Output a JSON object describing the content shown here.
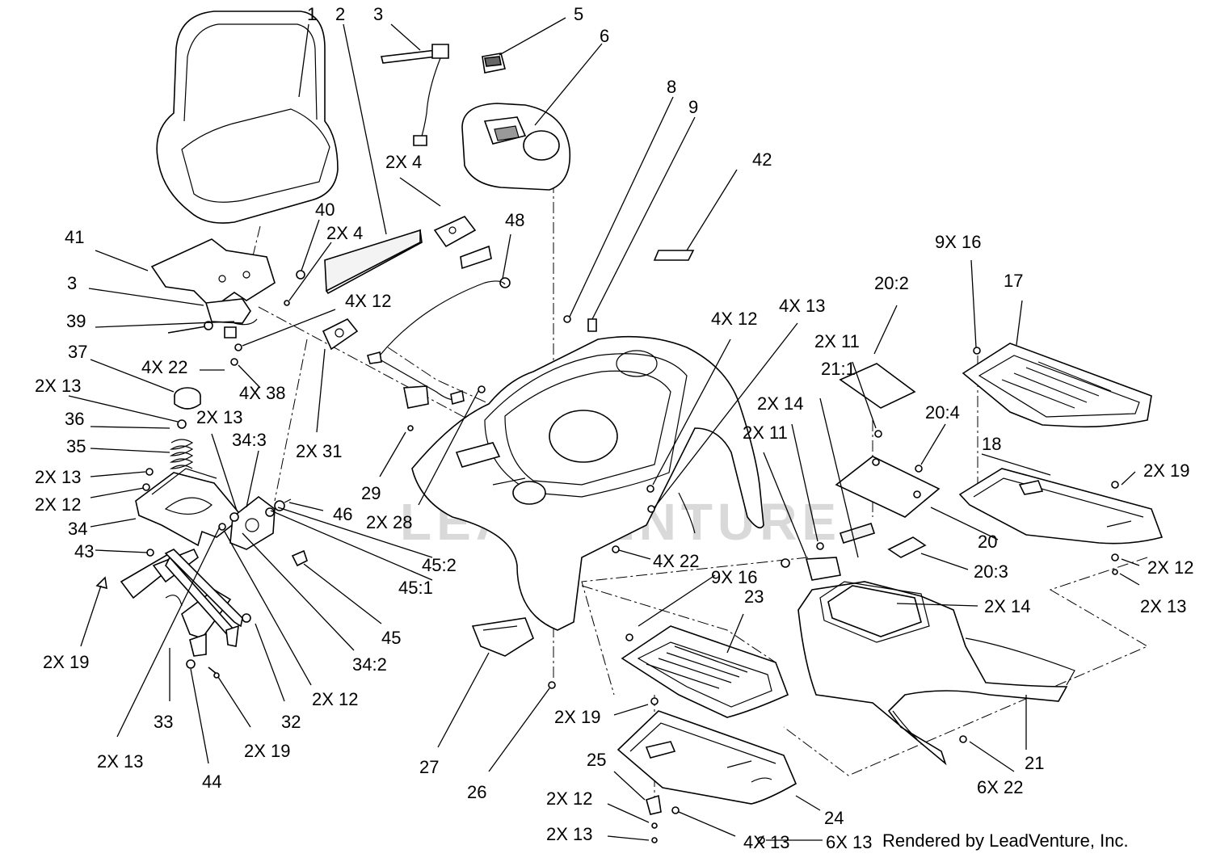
{
  "credit": "Rendered by LeadVenture, Inc.",
  "watermark": "LEADVENTURE",
  "callouts": [
    "1",
    "2",
    "3",
    "5",
    "6",
    "2X 4",
    "8",
    "9",
    "42",
    "48",
    "40",
    "2X 4",
    "41",
    "3",
    "4X 12",
    "39",
    "37",
    "4X 22",
    "4X 38",
    "2X 13",
    "36",
    "2X 13",
    "34:3",
    "35",
    "2X 31",
    "2X 13",
    "2X 12",
    "34",
    "43",
    "46",
    "29",
    "2X 28",
    "45:2",
    "45:1",
    "45",
    "2X 19",
    "34:2",
    "2X 12",
    "33",
    "32",
    "44",
    "2X 19",
    "2X 13",
    "27",
    "26",
    "4X 12",
    "4X 13",
    "20:2",
    "2X 11",
    "21:1",
    "2X 14",
    "2X 11",
    "9X 16",
    "17",
    "20:4",
    "18",
    "2X 19",
    "20",
    "20:3",
    "4X 22",
    "9X 16",
    "23",
    "2X 14",
    "2X 12",
    "2X 13",
    "2X 19",
    "21",
    "6X 22",
    "25",
    "24",
    "2X 12",
    "2X 13",
    "4X 13",
    "6X 13"
  ]
}
